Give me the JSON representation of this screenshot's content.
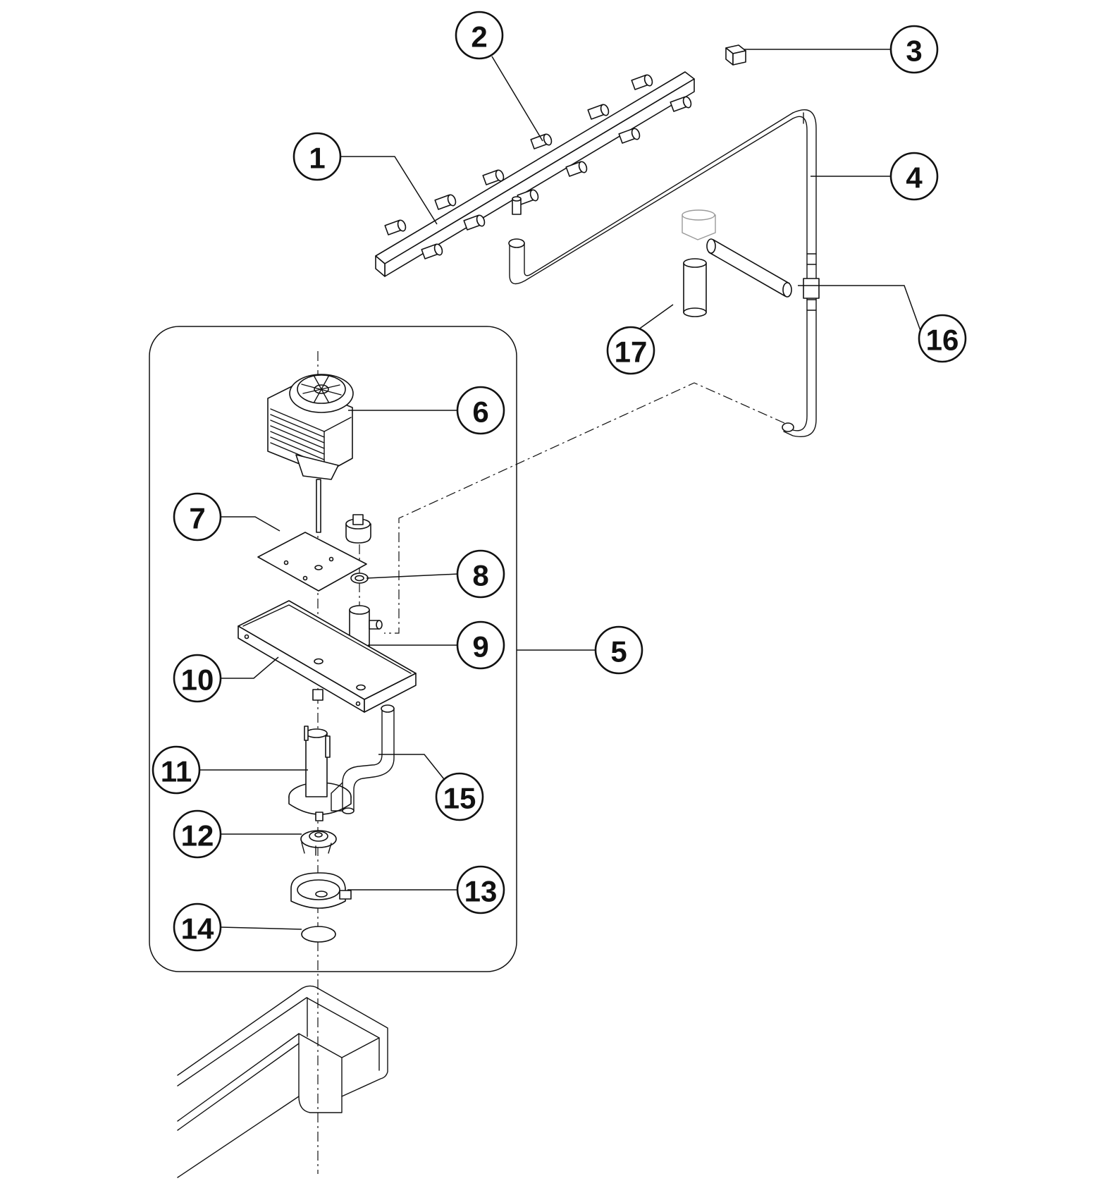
{
  "callouts": [
    {
      "id": "c1",
      "label": "1"
    },
    {
      "id": "c2",
      "label": "2"
    },
    {
      "id": "c3",
      "label": "3"
    },
    {
      "id": "c4",
      "label": "4"
    },
    {
      "id": "c5",
      "label": "5"
    },
    {
      "id": "c6",
      "label": "6"
    },
    {
      "id": "c7",
      "label": "7"
    },
    {
      "id": "c8",
      "label": "8"
    },
    {
      "id": "c9",
      "label": "9"
    },
    {
      "id": "c10",
      "label": "10"
    },
    {
      "id": "c11",
      "label": "11"
    },
    {
      "id": "c12",
      "label": "12"
    },
    {
      "id": "c13",
      "label": "13"
    },
    {
      "id": "c14",
      "label": "14"
    },
    {
      "id": "c15",
      "label": "15"
    },
    {
      "id": "c16",
      "label": "16"
    },
    {
      "id": "c17",
      "label": "17"
    }
  ],
  "colors": {
    "line": "#111111",
    "ghost": "#9a9a9a",
    "background": "#ffffff"
  }
}
